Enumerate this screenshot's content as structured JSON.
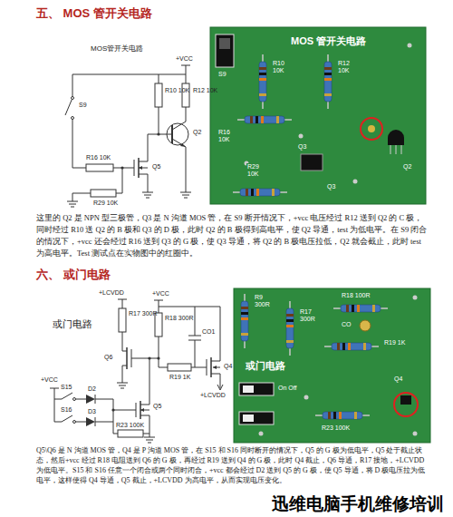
{
  "diagram": {
    "nodes": [
      {
        "text": [
          "S9",
          "MOS 管开关电路",
          "R10 10K",
          "R12 10K",
          "R16 10K",
          "Q2",
          "Q3",
          "R29 10K",
          "Q3"
        ]
      },
      {
        "text": [
          "R9 300R",
          "R17 300R",
          "R18 100R",
          "CO",
          "R19 1K",
          "或门电路",
          "On Off",
          "R23 100K",
          "Q4"
        ]
      }
    ],
    "labels": [
      "五、 MOS 管开关电路",
      "MOS管开关电路",
      "+VCC",
      "S9",
      "R10 10K",
      "R12 10K",
      "Q2",
      "R16 10K",
      "Q5",
      "R29 10K",
      "这里的 Q2 是 NPN 型三极管，Q3 是 N 沟道 MOS 管，在 S9 断开情况下，+vcc 电压经过 R12 送到 Q2 的 C 极，同时经过 R10 送 Q2 的 B 极和 Q3 的 D 极，此时 Q2 的 B 极得到高电平，使 Q2 导通，test 为低电平。在 S9 闭合的情况下，+vcc 还会经过 R16 送到 Q3 的 G 极，使 Q3 导通，将 Q2 的 B 极电压拉低，Q2 就会截止，此时 test 为高电平。Test 测试点在实物图中的红圈中。",
      "六、 或门电路",
      "+LCVDD",
      "+VCC",
      "或门电路",
      "R17 300R",
      "R18 300R",
      "CO1",
      "Q6",
      "R19 1K",
      "Q4",
      "+VCC",
      "+LCVDD",
      "S15",
      "D2",
      "S16",
      "D3",
      "Q5",
      "R23 100K",
      "Q5\\Q6 是 N 沟道 MOS 管，Q4 是 P 沟道 MOS 管，在 S15 和 S16 同时断开的情况下，Q5 的 G 极为低电平，Q5 处于截止状态，然后+vcc 经过 R18 电阻送到 Q6 的 G 极，再经过 R19 送到 Q4 的 G 极，此时 Q4 截止，Q6 导通，R17 接地，+LCVDD 为低电平。S15 和 S16 任意一个闭合或两个同时闭合，+vcc 都会经过 D2 送到 Q5 的 G 极，使 Q5 导通，将 D 极电压拉为低电平，这样使得 Q4 导通，Q5 截止，+LCVDD 为高电平，从而实现电压变化。",
      "迅维电脑手机维修培训"
    ]
  }
}
